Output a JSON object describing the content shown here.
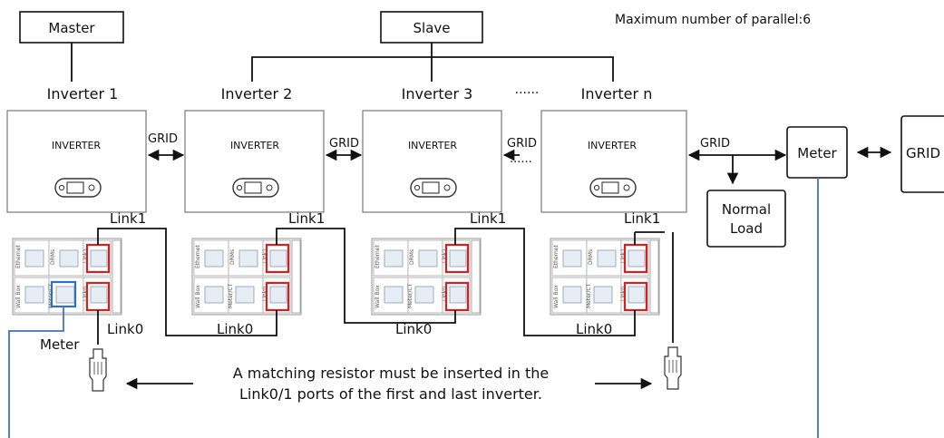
{
  "roles": {
    "master": "Master",
    "slave": "Slave"
  },
  "max_parallel_note": "Maximum number of parallel:6",
  "ellipsis": "......",
  "inverters": [
    {
      "name": "Inverter 1",
      "body_label": "INVERTER",
      "link1": "Link1",
      "link0": "Link0"
    },
    {
      "name": "Inverter 2",
      "body_label": "INVERTER",
      "link1": "Link1",
      "link0": "Link0"
    },
    {
      "name": "Inverter 3",
      "body_label": "INVERTER",
      "link1": "Link1",
      "link0": "Link0"
    },
    {
      "name": "Inverter n",
      "body_label": "INVERTER",
      "link1": "Link1",
      "link0": "Link0"
    }
  ],
  "grid_labels": [
    "GRID",
    "GRID",
    "GRID",
    "GRID"
  ],
  "panel_labels": {
    "ethernet": "Ethernet",
    "drms": "DRMs",
    "wallbox": "Wall Box",
    "meterct": "Meter/CT",
    "link1": "Link1",
    "link0": "Link0"
  },
  "meter_box": "Meter",
  "meter_port_label": "Meter",
  "grid_box": "GRID",
  "normal_load": {
    "line1": "Normal",
    "line2": "Load"
  },
  "resistor_note": {
    "line1": "A matching resistor must be inserted in the",
    "line2": "Link0/1 ports of the first and last inverter."
  }
}
